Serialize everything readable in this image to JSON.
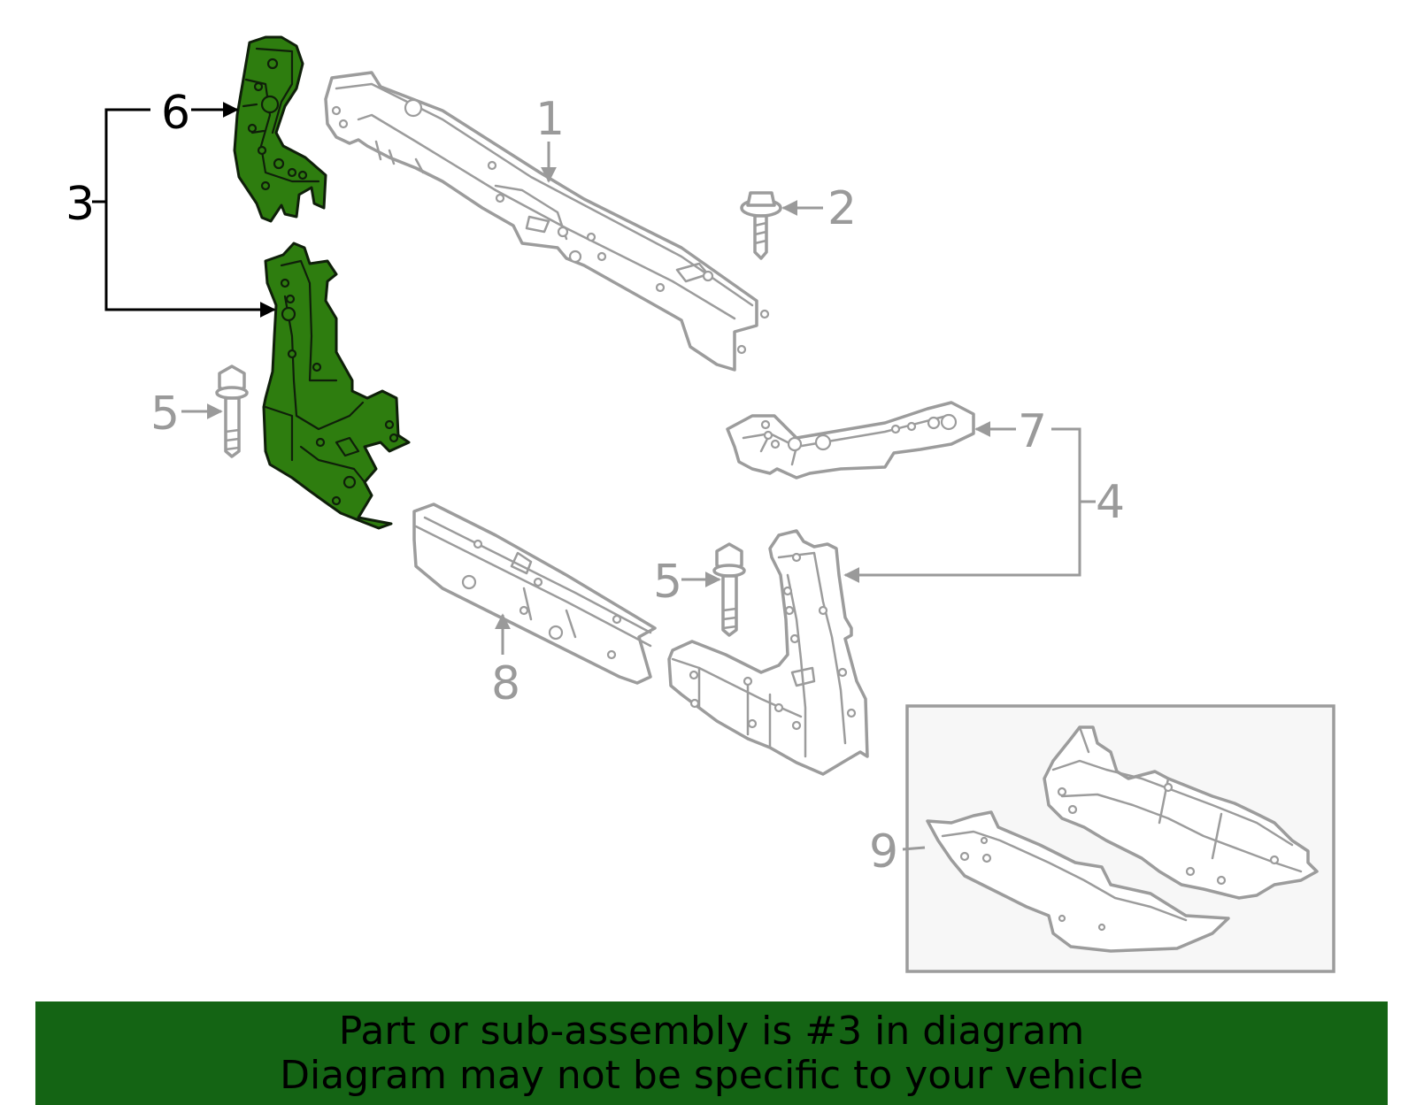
{
  "callouts": {
    "c1": "1",
    "c2": "2",
    "c3": "3",
    "c4": "4",
    "c5a": "5",
    "c5b": "5",
    "c6": "6",
    "c7": "7",
    "c8": "8",
    "c9": "9"
  },
  "banner": {
    "line1": "Part or sub-assembly is #3 in diagram",
    "line2": "Diagram may not be specific to your vehicle"
  },
  "colors": {
    "highlight": "#2e7d0f",
    "banner": "#146414",
    "part_outline": "#9c9c9c"
  }
}
